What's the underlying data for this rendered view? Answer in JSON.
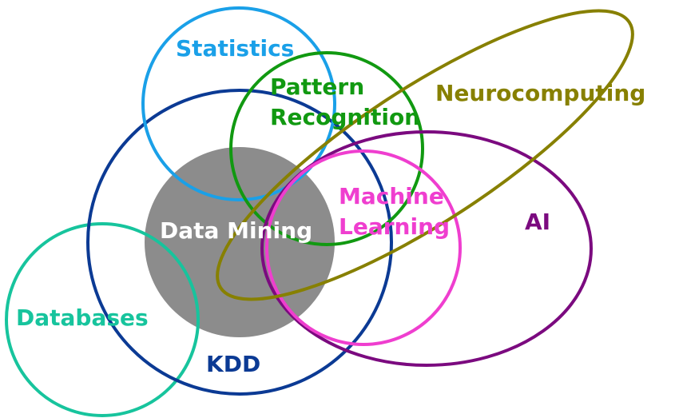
{
  "diagram": {
    "regions": [
      {
        "key": "data_mining",
        "label": "Data Mining",
        "color": "#8c8c8c",
        "label_color": "#ffffff"
      },
      {
        "key": "statistics",
        "label": "Statistics",
        "color": "#1aa0e8"
      },
      {
        "key": "pattern_recognition",
        "label_line1": "Pattern",
        "label_line2": "Recognition",
        "color": "#119911"
      },
      {
        "key": "kdd",
        "label": "KDD",
        "color": "#0b3a94"
      },
      {
        "key": "ai",
        "label": "AI",
        "color": "#7b0a7f"
      },
      {
        "key": "machine_learning",
        "label_line1": "Machine",
        "label_line2": "Learning",
        "color": "#ef3ecf"
      },
      {
        "key": "neurocomputing",
        "label": "Neurocomputing",
        "color": "#878000"
      },
      {
        "key": "databases",
        "label": "Databases",
        "color": "#17c49d"
      }
    ]
  }
}
